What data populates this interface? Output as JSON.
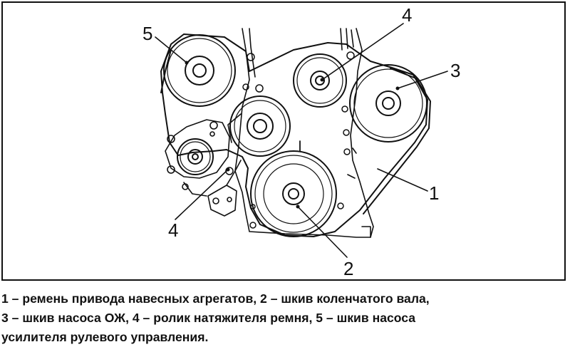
{
  "figure": {
    "callouts": {
      "c1": "1",
      "c2": "2",
      "c3": "3",
      "c4_top": "4",
      "c4_bottom": "4",
      "c5": "5"
    },
    "caption_lines": [
      "1 – ремень привода навесных агрегатов, 2 – шкив коленчатого вала,",
      "3 – шкив насоса ОЖ, 4 – ролик натяжителя ремня, 5 – шкив насоса",
      "усилителя рулевого управления."
    ]
  }
}
